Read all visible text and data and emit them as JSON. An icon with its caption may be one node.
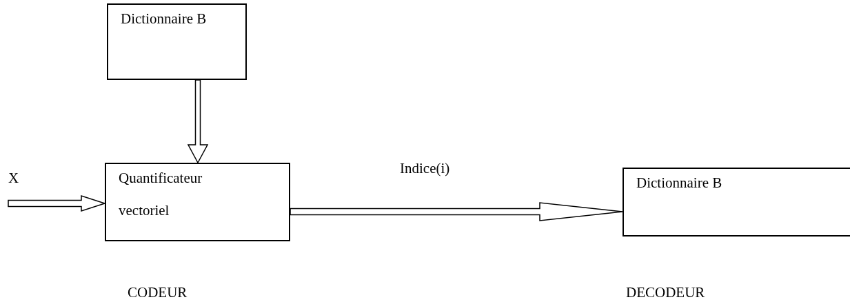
{
  "diagram": {
    "nodes": [
      {
        "text": [
          "Dictionnaire B"
        ]
      },
      {
        "text": [
          "Quantificateur",
          "vectoriel"
        ]
      },
      {
        "text": [
          "Dictionnaire B"
        ]
      }
    ],
    "edges": [
      {
        "from": 0,
        "to": 1,
        "arrow": "to"
      },
      {
        "from": null,
        "to": 1,
        "arrow": "to"
      },
      {
        "from": 1,
        "to": 2,
        "arrow": "to",
        "label": "Indice(i)"
      }
    ],
    "labels": [
      "X",
      "CODEUR",
      "DECODEUR"
    ]
  }
}
